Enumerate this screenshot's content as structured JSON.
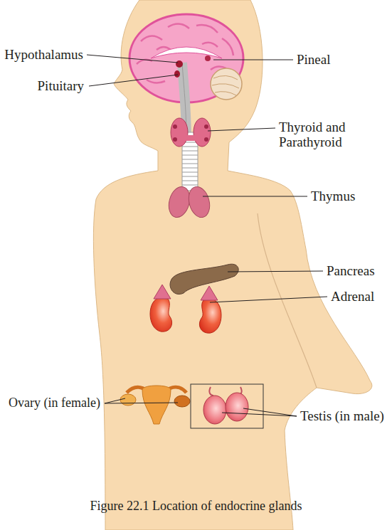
{
  "diagram": {
    "caption": "Figure 22.1 Location of endocrine glands",
    "labels": [
      "Hypothalamus",
      "Pineal",
      "Pituitary",
      "Thyroid and Parathyroid",
      "Thymus",
      "Pancreas",
      "Adrenal",
      "Ovary (in female)",
      "Testis (in male)"
    ]
  }
}
